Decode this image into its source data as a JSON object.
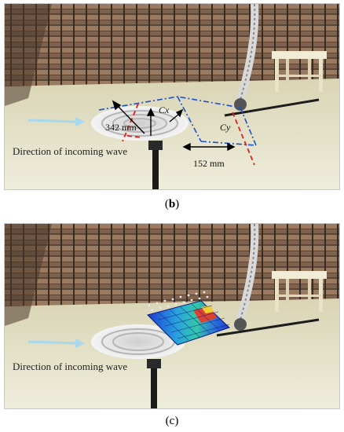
{
  "panel_b": {
    "caption_label": "b",
    "direction_text": "Direction of incoming wave",
    "dim_a": "342 mm",
    "dim_b": "152 mm",
    "axis_x": "Cx",
    "axis_y": "Cy"
  },
  "panel_c": {
    "caption_label": "c",
    "direction_text": "Direction of incoming wave"
  },
  "colors": {
    "wall_dark": "#3f2f24",
    "wall_light": "#9c7c62",
    "floor": "#e8e4c8",
    "arrow": "#a8d8ee",
    "dash_red": "#e02020",
    "dash_blue": "#1e50c8"
  }
}
